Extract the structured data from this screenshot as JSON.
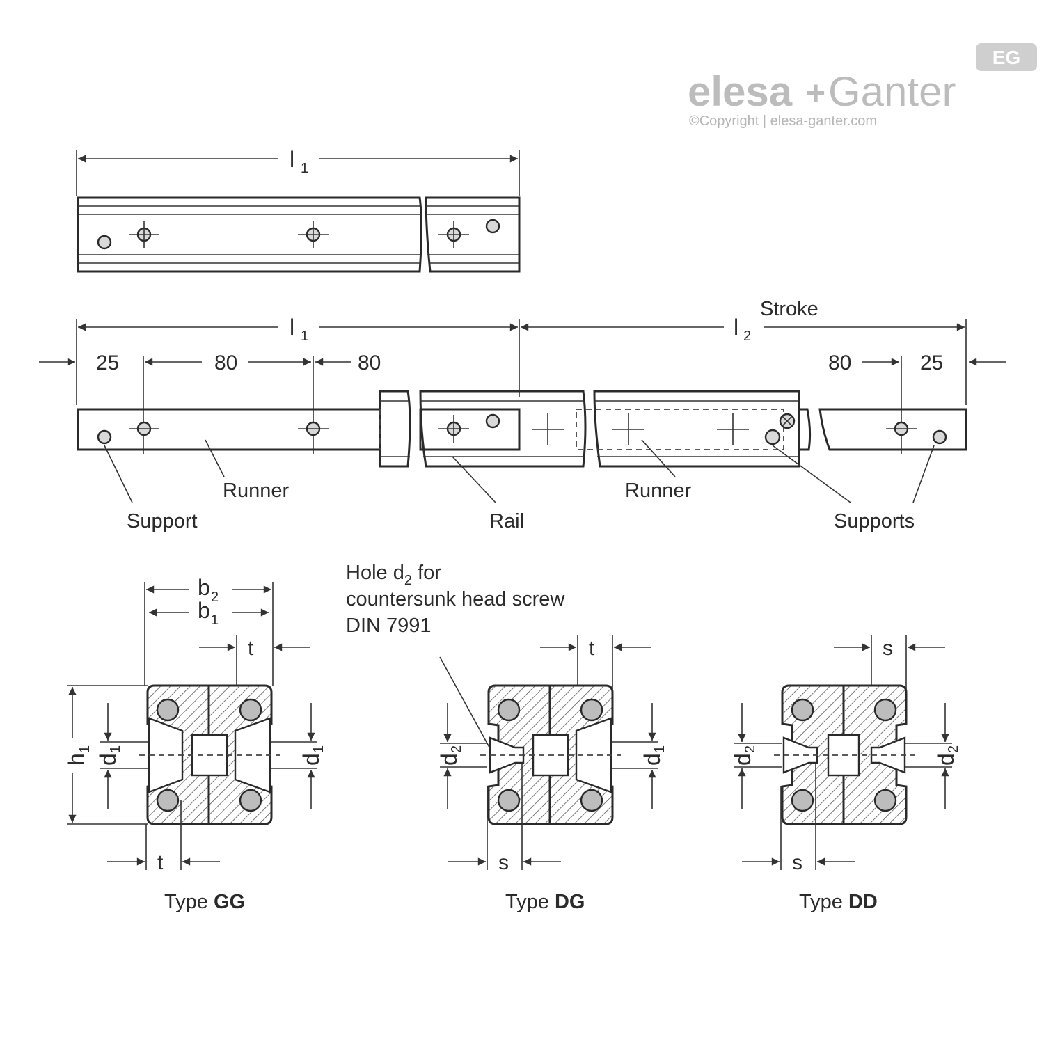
{
  "logo": {
    "brand_left": "elesa",
    "brand_plus": "+",
    "brand_right": "Ganter",
    "badge": "EG",
    "copyright": "©Copyright | elesa-ganter.com"
  },
  "dimensions": {
    "l1": "l",
    "l1_sub": "1",
    "l2": "l",
    "l2_sub": "2",
    "stroke": "Stroke",
    "d25_left": "25",
    "d80_a": "80",
    "d80_b": "80",
    "d80_right": "80",
    "d25_right": "25",
    "b2": "b",
    "b2_sub": "2",
    "b1": "b",
    "b1_sub": "1",
    "t": "t",
    "s": "s",
    "h1": "h",
    "h1_sub": "1",
    "d1": "d",
    "d1_sub": "1",
    "d2": "d",
    "d2_sub": "2"
  },
  "labels": {
    "support": "Support",
    "runner_left": "Runner",
    "rail": "Rail",
    "runner_right": "Runner",
    "supports": "Supports",
    "hole_line1_a": "Hole d",
    "hole_line1_sub": "2",
    "hole_line1_b": " for",
    "hole_line2": "countersunk head screw",
    "hole_line3": "DIN 7991"
  },
  "types": [
    {
      "prefix": "Type ",
      "code": "GG"
    },
    {
      "prefix": "Type ",
      "code": "DG"
    },
    {
      "prefix": "Type ",
      "code": "DD"
    }
  ]
}
